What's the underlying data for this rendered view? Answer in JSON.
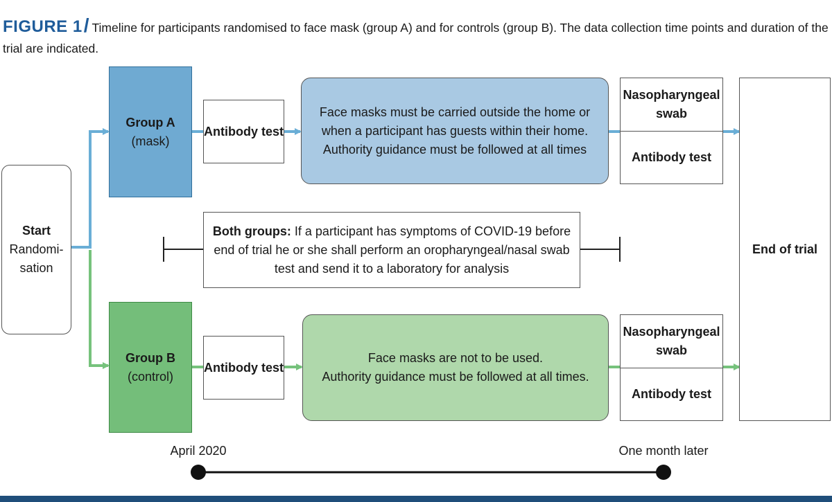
{
  "caption": {
    "figure_label": "FIGURE 1",
    "separator": "/",
    "text": "Timeline for participants randomised to face mask (group A) and for controls (group B). The data collection time points and duration of the trial are indicated."
  },
  "start": {
    "title": "Start",
    "line1": "Randomi-",
    "line2": "sation"
  },
  "group_a": {
    "title": "Group A",
    "subtitle": "(mask)",
    "antibody_test": "Antibody test",
    "instructions": [
      "Face masks must be carried outside the home or",
      "when a participant has guests within their home.",
      "Authority guidance must be followed at all times"
    ],
    "swab": [
      "Nasopharyngeal",
      "swab"
    ],
    "final_antibody_test": "Antibody test"
  },
  "group_b": {
    "title": "Group B",
    "subtitle": "(control)",
    "antibody_test": "Antibody test",
    "instructions": [
      "Face masks are not to be used.",
      "Authority guidance must be followed at all times."
    ],
    "swab": [
      "Nasopharyngeal",
      "swab"
    ],
    "final_antibody_test": "Antibody test"
  },
  "both_groups": {
    "label": "Both groups:",
    "line1": " If a participant has symptoms of COVID-19 before",
    "line2": "end of trial he or she shall perform an oropharyngeal/nasal swab",
    "line3": "test and send it to a laboratory for analysis"
  },
  "end": {
    "title": "End of trial"
  },
  "timeline": {
    "start_label": "April 2020",
    "end_label": "One month later"
  },
  "colors": {
    "group_a_fill": "#6faad2",
    "group_a_light": "#a9c9e3",
    "group_b_fill": "#74be7a",
    "group_b_light": "#afd8ab",
    "arrow_blue": "#6aaed6",
    "arrow_green": "#76c27c",
    "caption_accent": "#1f5c9a",
    "bottom_bar": "#1f4e7a"
  }
}
